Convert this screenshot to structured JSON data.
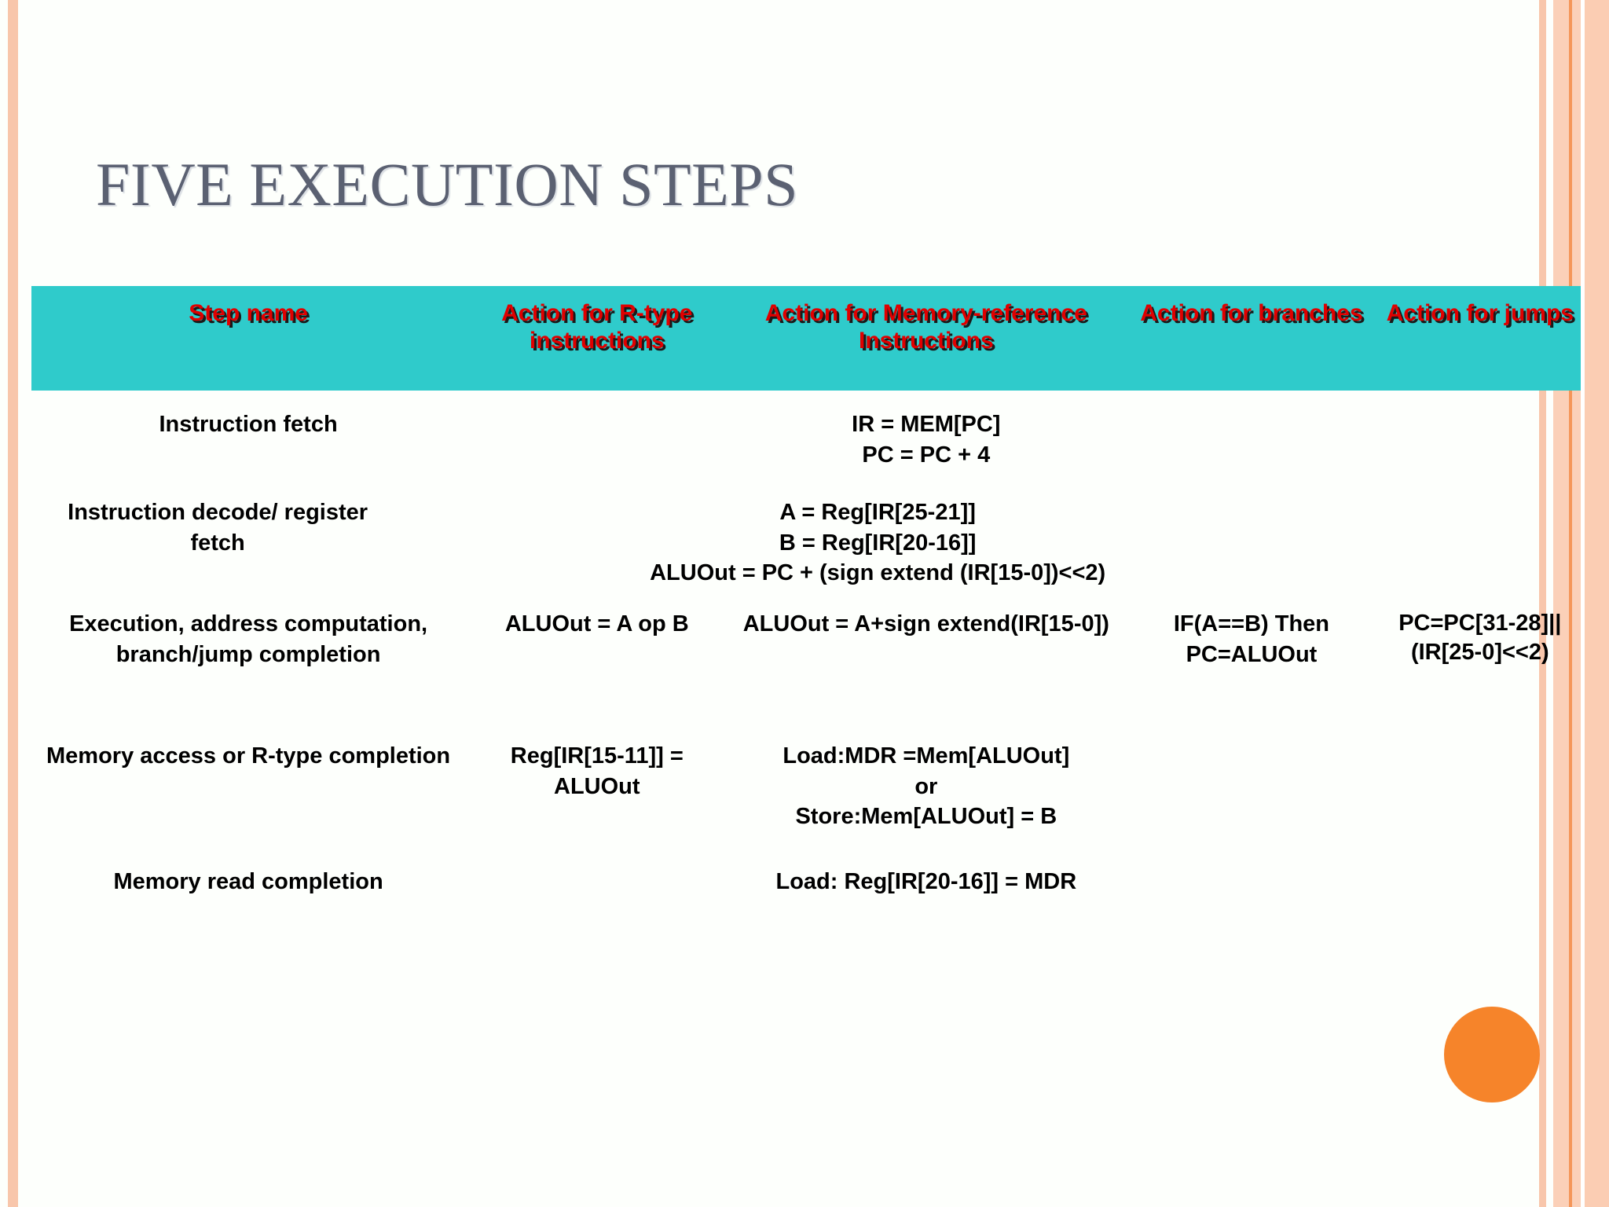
{
  "slide": {
    "title": "FIVE EXECUTION STEPS",
    "background_color": "#fdfffc",
    "accent_teal": "#2fcbcb",
    "accent_peach": "#f8c6ab",
    "accent_orange": "#f6842a",
    "header_text_color": "#e00000",
    "title_color": "#5b6172"
  },
  "table": {
    "columns": [
      {
        "key": "step_name",
        "label": "Step name"
      },
      {
        "key": "r_type",
        "label": "Action for R-type instructions"
      },
      {
        "key": "memory_reference",
        "label": "Action for Memory-reference Instructions"
      },
      {
        "key": "branches",
        "label": "Action for branches"
      },
      {
        "key": "jumps",
        "label": "Action for jumps"
      }
    ],
    "rows": [
      {
        "step_name": "Instruction fetch",
        "r_type": "",
        "memory_reference": "IR = MEM[PC]\nPC = PC + 4",
        "branches": "",
        "jumps": ""
      },
      {
        "step_name": "Instruction decode/ register fetch",
        "r_type": "",
        "memory_reference": "A = Reg[IR[25-21]]\nB = Reg[IR[20-16]]\nALUOut =  PC + (sign extend (IR[15-0])<<2)",
        "branches": "",
        "jumps": ""
      },
      {
        "step_name": "Execution, address computation, branch/jump completion",
        "r_type": "ALUOut = A op B",
        "memory_reference": "ALUOut = A+sign extend(IR[15-0])",
        "branches": "IF(A==B) Then PC=ALUOut",
        "jumps": "PC=PC[31-28]||(IR[25-0]<<2)"
      },
      {
        "step_name": "Memory access or R-type completion",
        "r_type": "Reg[IR[15-11]] = ALUOut",
        "memory_reference": "Load:MDR =Mem[ALUOut]\nor\nStore:Mem[ALUOut] = B",
        "branches": "",
        "jumps": ""
      },
      {
        "step_name": "Memory read completion",
        "r_type": "",
        "memory_reference": "Load: Reg[IR[20-16]] = MDR",
        "branches": "",
        "jumps": ""
      }
    ]
  },
  "decorations": {
    "orange_dot": "orange-circle",
    "left_stripe": "peach-stripe",
    "right_stripes": "peach-stripe-group"
  }
}
